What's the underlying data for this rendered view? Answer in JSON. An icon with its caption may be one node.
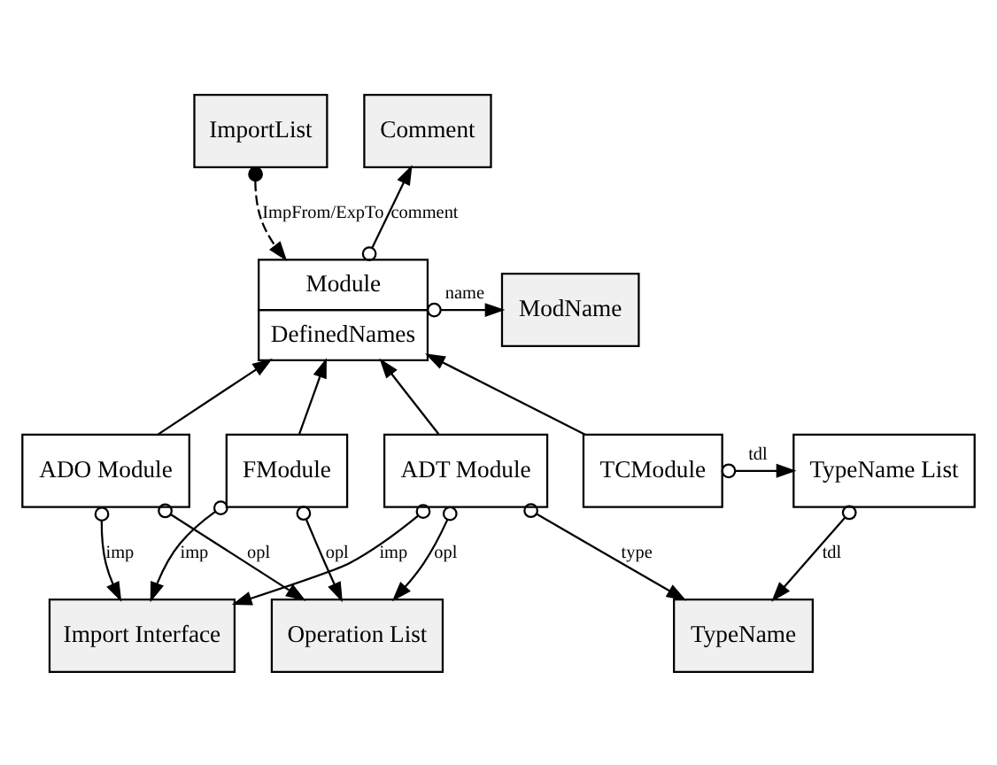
{
  "diagram": {
    "nodes": [
      {
        "text": [
          "ImportList"
        ]
      },
      {
        "text": [
          "Module",
          "DefinedNames"
        ]
      },
      {
        "text": [
          "ModName"
        ]
      },
      {
        "text": [
          "Comment"
        ]
      },
      {
        "text": [
          "FModule"
        ]
      },
      {
        "text": [
          "ADO Module"
        ]
      },
      {
        "text": [
          "ADT Module"
        ]
      },
      {
        "text": [
          "TCModule"
        ]
      },
      {
        "text": [
          "TypeName List"
        ]
      },
      {
        "text": [
          "TypeName"
        ]
      },
      {
        "text": [
          "Operation List"
        ]
      },
      {
        "text": [
          "Import Interface"
        ]
      }
    ],
    "edges": [
      {
        "from": 0,
        "to": 1,
        "arrow": "to",
        "label": "ImpFrom/ExpTo",
        "style": "dashed"
      },
      {
        "from": 1,
        "to": 2,
        "arrow": "to",
        "label": "name"
      },
      {
        "from": 1,
        "to": 3,
        "arrow": "to",
        "label": "comment"
      },
      {
        "from": 4,
        "to": 1,
        "arrow": "to"
      },
      {
        "from": 5,
        "to": 1,
        "arrow": "to"
      },
      {
        "from": 6,
        "to": 1,
        "arrow": "to"
      },
      {
        "from": 7,
        "to": 1,
        "arrow": "to"
      },
      {
        "from": 7,
        "to": 8,
        "arrow": "to",
        "label": "tdl"
      },
      {
        "from": 8,
        "to": 9,
        "arrow": "to",
        "label": "tdl"
      },
      {
        "from": 6,
        "to": 9,
        "arrow": "to",
        "label": "type"
      },
      {
        "from": 6,
        "to": 10,
        "arrow": "to",
        "label": "opl"
      },
      {
        "from": 5,
        "to": 10,
        "arrow": "to",
        "label": "opl"
      },
      {
        "from": 4,
        "to": 10,
        "arrow": "to",
        "label": "opl"
      },
      {
        "from": 6,
        "to": 11,
        "arrow": "to",
        "label": "imp"
      },
      {
        "from": 5,
        "to": 11,
        "arrow": "to",
        "label": "imp"
      },
      {
        "from": 4,
        "to": 11,
        "arrow": "to",
        "label": "imp"
      }
    ]
  }
}
